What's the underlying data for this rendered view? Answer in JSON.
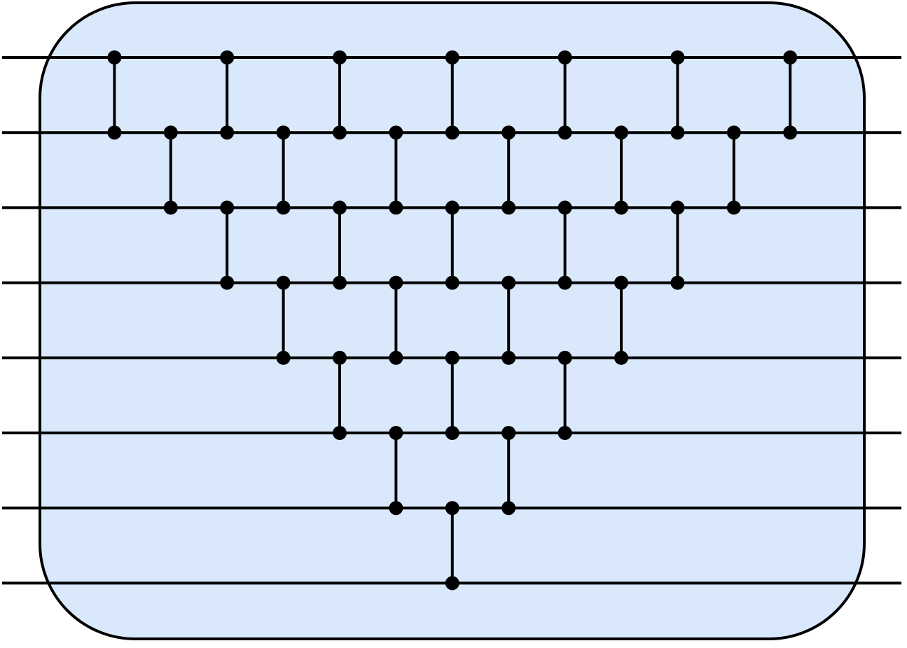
{
  "colors": {
    "background": "#ffffff",
    "block_fill": "#dae8fc",
    "stroke": "#000000",
    "dot": "#000000"
  },
  "circuit": {
    "wire_count": 8,
    "gates": [
      {
        "col": 1,
        "wires": [
          0,
          1
        ]
      },
      {
        "col": 2,
        "wires": [
          1,
          2
        ]
      },
      {
        "col": 3,
        "wires": [
          0,
          1
        ]
      },
      {
        "col": 3,
        "wires": [
          2,
          3
        ]
      },
      {
        "col": 4,
        "wires": [
          1,
          2
        ]
      },
      {
        "col": 4,
        "wires": [
          3,
          4
        ]
      },
      {
        "col": 5,
        "wires": [
          0,
          1
        ]
      },
      {
        "col": 5,
        "wires": [
          2,
          3
        ]
      },
      {
        "col": 5,
        "wires": [
          4,
          5
        ]
      },
      {
        "col": 6,
        "wires": [
          1,
          2
        ]
      },
      {
        "col": 6,
        "wires": [
          3,
          4
        ]
      },
      {
        "col": 6,
        "wires": [
          5,
          6
        ]
      },
      {
        "col": 7,
        "wires": [
          0,
          1
        ]
      },
      {
        "col": 7,
        "wires": [
          2,
          3
        ]
      },
      {
        "col": 7,
        "wires": [
          4,
          5
        ]
      },
      {
        "col": 7,
        "wires": [
          6,
          7
        ]
      },
      {
        "col": 8,
        "wires": [
          1,
          2
        ]
      },
      {
        "col": 8,
        "wires": [
          3,
          4
        ]
      },
      {
        "col": 8,
        "wires": [
          5,
          6
        ]
      },
      {
        "col": 9,
        "wires": [
          0,
          1
        ]
      },
      {
        "col": 9,
        "wires": [
          2,
          3
        ]
      },
      {
        "col": 9,
        "wires": [
          4,
          5
        ]
      },
      {
        "col": 10,
        "wires": [
          1,
          2
        ]
      },
      {
        "col": 10,
        "wires": [
          3,
          4
        ]
      },
      {
        "col": 11,
        "wires": [
          0,
          1
        ]
      },
      {
        "col": 11,
        "wires": [
          2,
          3
        ]
      },
      {
        "col": 12,
        "wires": [
          1,
          2
        ]
      },
      {
        "col": 13,
        "wires": [
          0,
          1
        ]
      }
    ]
  }
}
